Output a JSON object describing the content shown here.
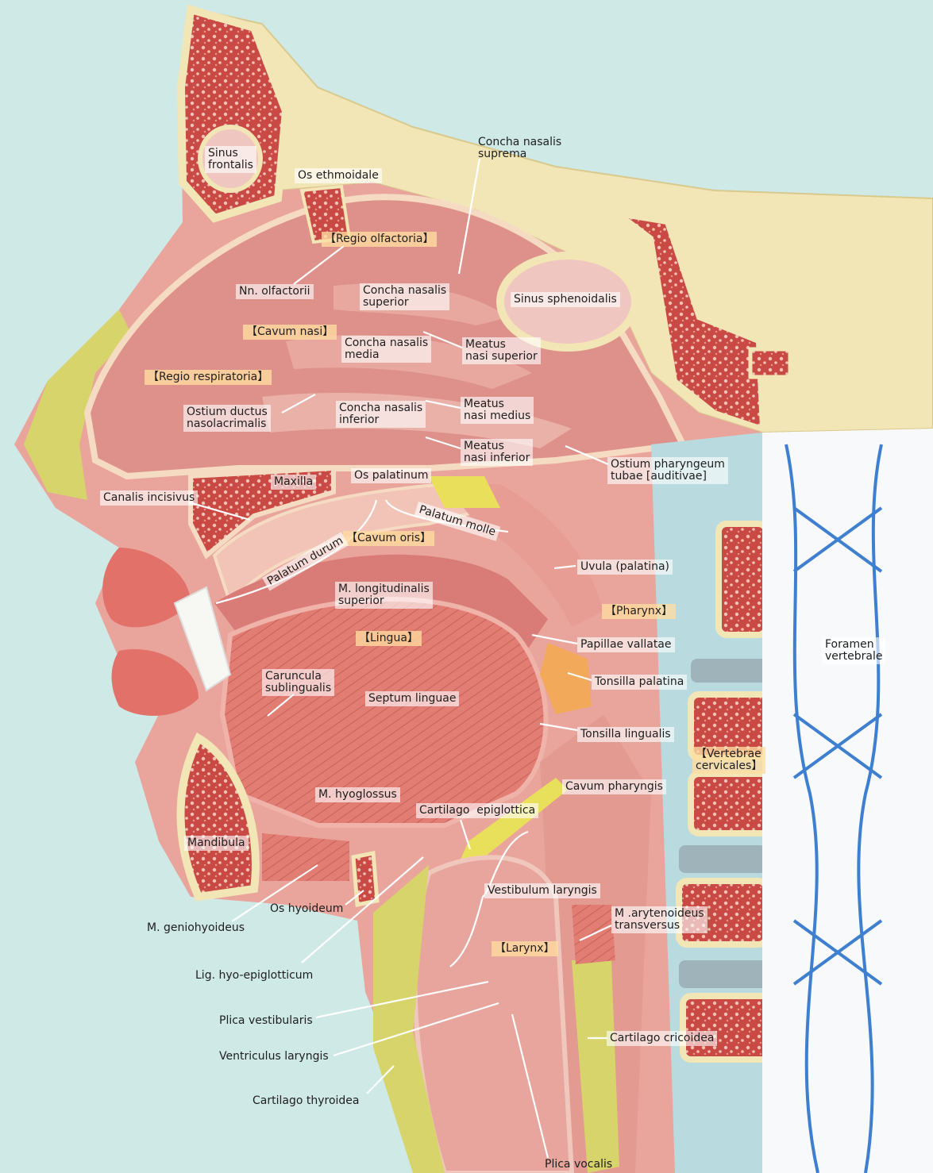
{
  "colors": {
    "background": "#cfe9e6",
    "skull_bone": "#f2e6b6",
    "soft_tissue": "#e9a59c",
    "mucosa": "#dc8a86",
    "cancellous": "#c7423e",
    "cartilage": "#e8df5a",
    "spinal_cord": "#ffffff",
    "vessel": "#3f7fd0",
    "leader": "#ffffff",
    "region_label": "#ffd9a0"
  },
  "labels": {
    "sinus_frontalis": "Sinus\nfrontalis",
    "os_ethmoidale": "Os ethmoidale",
    "concha_suprema": "Concha nasalis\nsuprema",
    "regio_olfactoria": "【Regio olfactoria】",
    "nn_olfactorii": "Nn. olfactorii",
    "concha_superior": "Concha nasalis\nsuperior",
    "sinus_sphenoidalis": "Sinus sphenoidalis",
    "cavum_nasi": "【Cavum nasi】",
    "concha_media": "Concha nasalis\nmedia",
    "meatus_superior": "Meatus\nnasi superior",
    "regio_respiratoria": "【Regio respiratoria】",
    "ostium_nasolacrimalis": "Ostium ductus\nnasolacrimalis",
    "concha_inferior": "Concha nasalis\ninferior",
    "meatus_medius": "Meatus\nnasi medius",
    "meatus_inferior": "Meatus\nnasi inferior",
    "ostium_pharyngeum": "Ostium pharyngeum\ntubae [auditivae]",
    "maxilla": "Maxilla",
    "os_palatinum": "Os palatinum",
    "canalis_incisivus": "Canalis incisivus",
    "palatum_molle": "Palatum molle",
    "cavum_oris": "【Cavum oris】",
    "palatum_durum": "Palatum durum",
    "uvula": "Uvula (palatina)",
    "m_longitudinalis": "M. longitudinalis\nsuperior",
    "pharynx": "【Pharynx】",
    "lingua": "【Lingua】",
    "papillae_vallatae": "Papillae vallatae",
    "foramen_vertebrale": "Foramen\nvertebrale",
    "caruncula": "Caruncula\nsublingualis",
    "tonsilla_palatina": "Tonsilla palatina",
    "septum_linguae": "Septum linguae",
    "tonsilla_lingualis": "Tonsilla lingualis",
    "vertebrae_cervicales": "【Vertebrae\ncervicales】",
    "cavum_pharyngis": "Cavum pharyngis",
    "m_hyoglossus": "M. hyoglossus",
    "cartilago_epiglottica": "Cartilago  epiglottica",
    "mandibula": "Mandibula",
    "vestibulum_laryngis": "Vestibulum laryngis",
    "os_hyoideum": "Os hyoideum",
    "m_arytenoideus": "M .arytenoideus\ntransversus",
    "m_geniohyoideus": "M. geniohyoideus",
    "larynx": "【Larynx】",
    "lig_hyoepiglotticum": "Lig. hyo-epiglotticum",
    "plica_vestibularis": "Plica vestibularis",
    "cartilago_cricoidea": "Cartilago cricoidea",
    "ventriculus_laryngis": "Ventriculus laryngis",
    "cartilago_thyroidea": "Cartilago thyroidea",
    "plica_vocalis": "Plica vocalis"
  }
}
